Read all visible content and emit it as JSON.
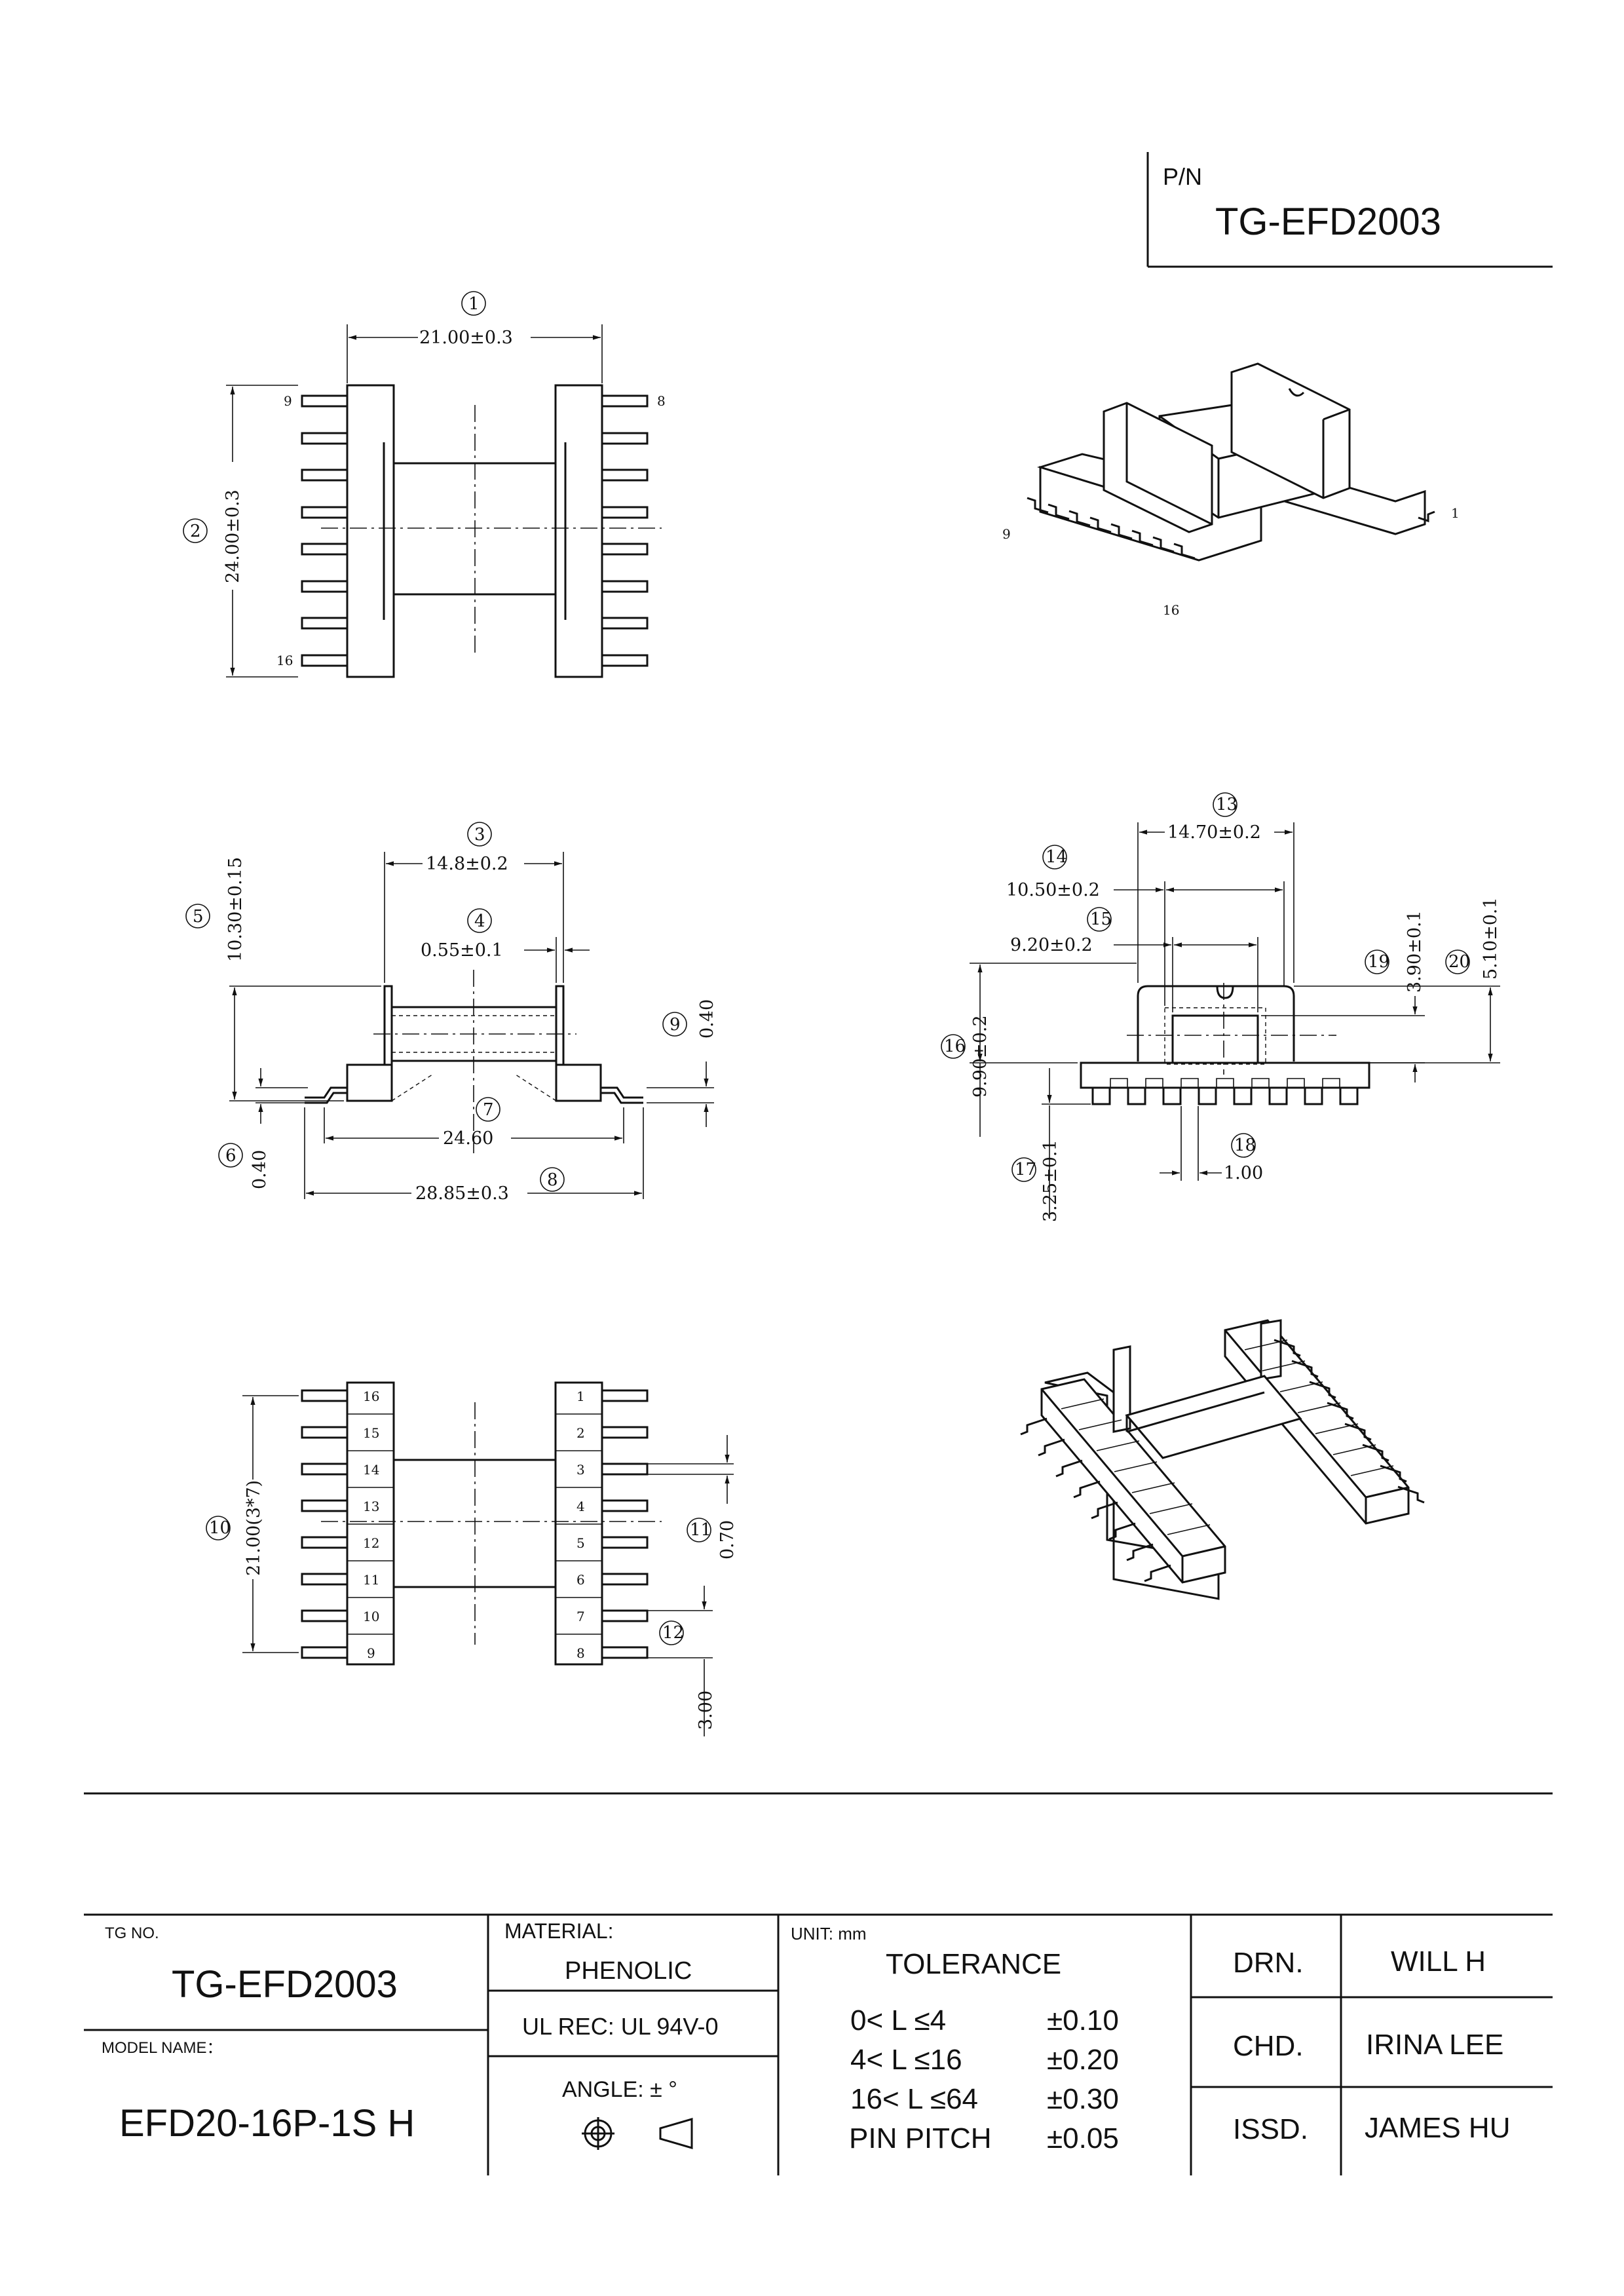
{
  "part_number": {
    "label": "P/N",
    "value": "TG-EFD2003"
  },
  "view1": {
    "dims": {
      "width": "21.00±0.3",
      "height": "24.00±0.3"
    },
    "callouts": [
      "1",
      "2"
    ],
    "pins": {
      "top_left": "9",
      "top_right": "8",
      "bottom_left": "16"
    }
  },
  "iso_top": {
    "pin_a": "9",
    "pin_b": "16",
    "pin_c": "1"
  },
  "view2": {
    "dims": {
      "flange_span": "14.8±0.2",
      "flange_thick": "0.55±0.1",
      "height": "10.30±0.15",
      "pin_offset": "0.40",
      "inner_span": "24.60",
      "overall": "28.85±0.3",
      "foot_thick": "0.40"
    },
    "callouts": [
      "3",
      "4",
      "5",
      "6",
      "7",
      "8",
      "9"
    ]
  },
  "view3": {
    "dims": {
      "outer": "14.70±0.2",
      "mid": "10.50±0.2",
      "inner": "9.20±0.2",
      "h1": "3.90±0.1",
      "h2": "5.10±0.1",
      "total_h": "9.90±0.2",
      "pin_h": "3.25±0.1",
      "pin_w": "1.00"
    },
    "callouts": [
      "13",
      "14",
      "15",
      "16",
      "17",
      "18",
      "19",
      "20"
    ]
  },
  "view4": {
    "dims": {
      "pitch_total": "21.00(3*7)",
      "pin_w": "0.70",
      "pin_len": "3.00"
    },
    "callouts": [
      "10",
      "11",
      "12"
    ],
    "left_pins": [
      "16",
      "15",
      "14",
      "13",
      "12",
      "11",
      "10",
      "9"
    ],
    "right_pins": [
      "1",
      "2",
      "3",
      "4",
      "5",
      "6",
      "7",
      "8"
    ]
  },
  "title_block": {
    "tg_no_label": "TG NO.",
    "tg_no": "TG-EFD2003",
    "model_label": "MODEL NAME：",
    "model": "EFD20-16P-1S H",
    "material_label": "MATERIAL:",
    "material": "PHENOLIC",
    "ul_rec": "UL REC:  UL 94V-0",
    "angle": "ANGLE:   ±  °",
    "unit": "UNIT:  mm",
    "tolerance_title": "TOLERANCE",
    "tolerances": [
      {
        "range": "0< L ≤4",
        "value": "±0.10"
      },
      {
        "range": "4< L ≤16",
        "value": "±0.20"
      },
      {
        "range": "16< L ≤64",
        "value": "±0.30"
      },
      {
        "range": "PIN PITCH",
        "value": "±0.05"
      }
    ],
    "drn_label": "DRN.",
    "drn": "WILL H",
    "chd_label": "CHD.",
    "chd": "IRINA LEE",
    "issd_label": "ISSD.",
    "issd": "JAMES HU"
  },
  "colors": {
    "ink": "#111111",
    "paper": "#ffffff"
  }
}
